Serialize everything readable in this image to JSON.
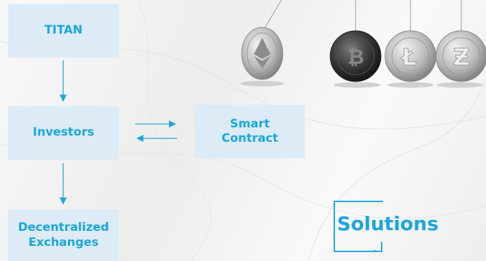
{
  "diagram": {
    "nodes": {
      "titan": "TITAN",
      "investors": "Investors",
      "smart_contract": "Smart\nContract",
      "exchanges": "Decentralized\nExchanges"
    },
    "edges": [
      {
        "from": "titan",
        "to": "investors"
      },
      {
        "from": "investors",
        "to": "smart_contract"
      },
      {
        "from": "smart_contract",
        "to": "investors"
      },
      {
        "from": "investors",
        "to": "exchanges"
      }
    ]
  },
  "logo": {
    "text": "Solutions"
  },
  "colors": {
    "accent": "#1ba6dc",
    "box_fill": "#dcebf6",
    "background": "#f1f1f1"
  },
  "decoration": {
    "coins": [
      "ethereum-coin-icon",
      "bitcoin-coin-icon",
      "litecoin-coin-icon",
      "zcash-coin-icon"
    ]
  }
}
